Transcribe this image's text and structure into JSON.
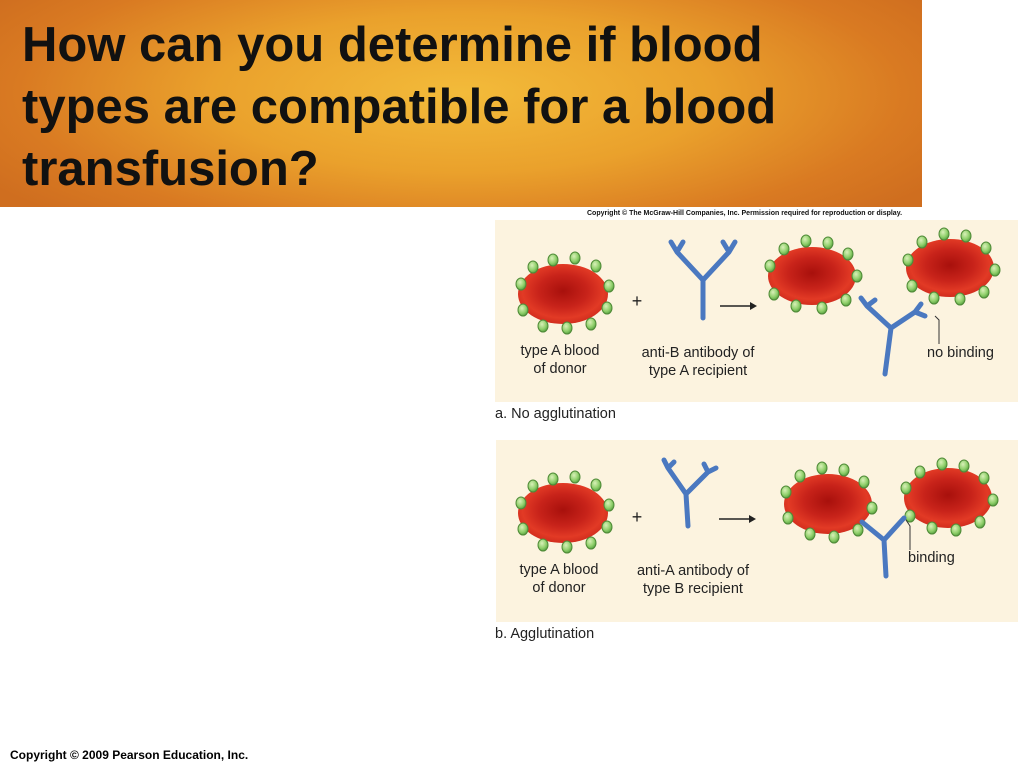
{
  "slide": {
    "title": "How can you determine if blood types are compatible for a blood transfusion?",
    "figure_copyright": "Copyright © The McGraw-Hill Companies, Inc. Permission required for reproduction or display.",
    "footer": "Copyright © 2009 Pearson Education, Inc."
  },
  "panel_a": {
    "donor_label_line1": "type A blood",
    "donor_label_line2": "of donor",
    "antibody_label_line1": "anti-B antibody of",
    "antibody_label_line2": "type A recipient",
    "plus": "+",
    "result_label": "no binding",
    "caption": "a. No agglutination"
  },
  "panel_b": {
    "donor_label_line1": "type A blood",
    "donor_label_line2": "of donor",
    "antibody_label_line1": "anti-A antibody of",
    "antibody_label_line2": "type B recipient",
    "plus": "+",
    "result_label": "binding",
    "caption": "b. Agglutination"
  },
  "colors": {
    "cell_red": "#d8291d",
    "antigen_green": "#8fcf6a",
    "antibody_blue": "#4a78c0",
    "panel_bg": "#fcf3df"
  }
}
